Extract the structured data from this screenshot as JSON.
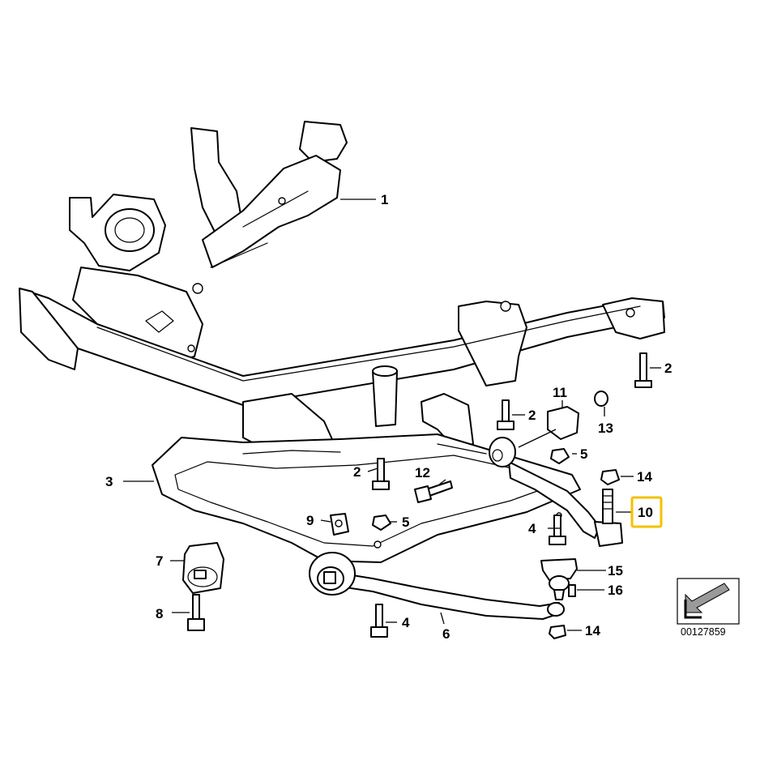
{
  "diagram": {
    "callouts": {
      "c1": "1",
      "c2a": "2",
      "c2b": "2",
      "c2c": "2",
      "c3": "3",
      "c4a": "4",
      "c4b": "4",
      "c5a": "5",
      "c5b": "5",
      "c6": "6",
      "c7": "7",
      "c8": "8",
      "c9": "9",
      "c10": "10",
      "c11": "11",
      "c12": "12",
      "c13": "13",
      "c14a": "14",
      "c14b": "14",
      "c15": "15",
      "c16": "16"
    },
    "highlighted_callout": "10",
    "highlight_color": "#f2c200",
    "reference_code": "00127859",
    "nav_icon": "arrow-icon"
  }
}
